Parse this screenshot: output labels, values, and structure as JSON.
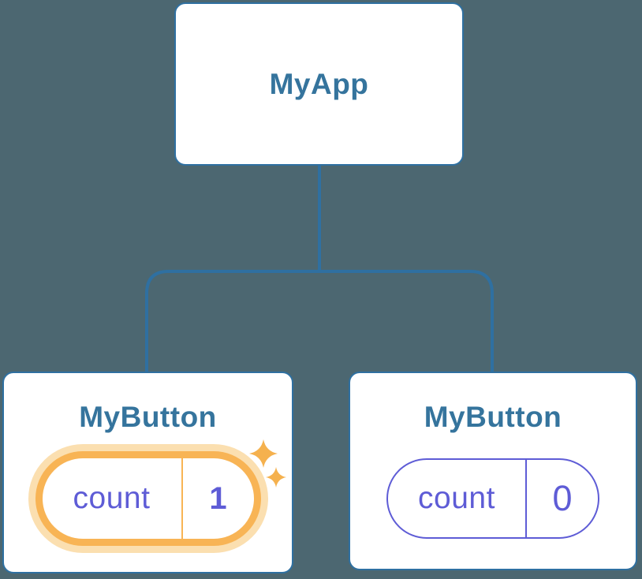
{
  "diagram": {
    "title": "react-component-tree",
    "root": {
      "label": "MyApp"
    },
    "children": [
      {
        "label": "MyButton",
        "state": {
          "key": "count",
          "value": "1"
        },
        "highlighted": true,
        "icon": "sparkles-icon"
      },
      {
        "label": "MyButton",
        "state": {
          "key": "count",
          "value": "0"
        },
        "highlighted": false
      }
    ]
  },
  "colors": {
    "background": "#4C6771",
    "node-bg": "#FFFFFF",
    "node-border": "#2F70A1",
    "connector": "#2F70A1",
    "title-text": "#35749D",
    "state-purple": "#5E5CD6",
    "highlight-orange": "#F8B455",
    "highlight-glow": "#FBDFB0",
    "sparkle": "#F5B14E"
  }
}
